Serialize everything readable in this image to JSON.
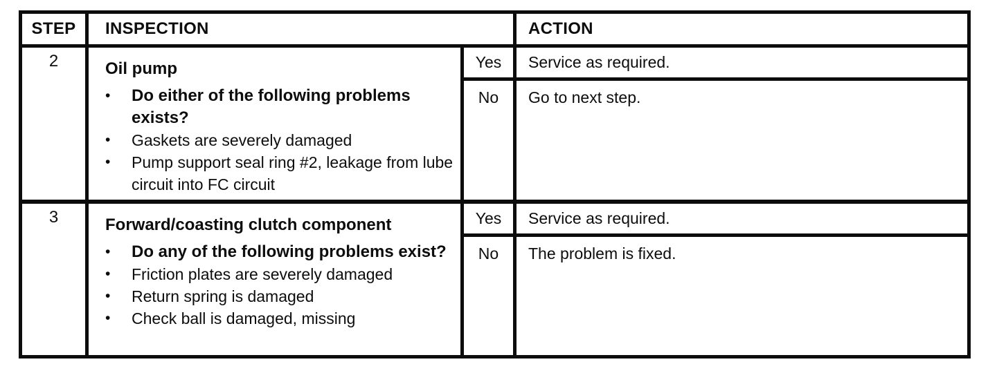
{
  "table": {
    "headers": {
      "step": "STEP",
      "inspection": "INSPECTION",
      "action": "ACTION"
    },
    "rows": [
      {
        "step": "2",
        "title": "Oil pump",
        "bullet_glyph": "•",
        "bullets": [
          {
            "text": "Do either of the following problems exists?",
            "bold": true
          },
          {
            "text": "Gaskets are severely damaged",
            "bold": false
          },
          {
            "text": "Pump support seal ring #2, leakage from lube circuit into FC circuit",
            "bold": false
          }
        ],
        "yes_label": "Yes",
        "no_label": "No",
        "yes_action": "Service as required.",
        "no_action": "Go to next step."
      },
      {
        "step": "3",
        "title": "Forward/coasting clutch component",
        "bullet_glyph": "•",
        "bullets": [
          {
            "text": "Do any of the following problems exist?",
            "bold": true
          },
          {
            "text": "Friction plates are severely damaged",
            "bold": false
          },
          {
            "text": "Return spring is damaged",
            "bold": false
          },
          {
            "text": "Check ball is damaged, missing",
            "bold": false
          }
        ],
        "yes_label": "Yes",
        "no_label": "No",
        "yes_action": "Service as required.",
        "no_action": "The problem is fixed."
      }
    ]
  }
}
